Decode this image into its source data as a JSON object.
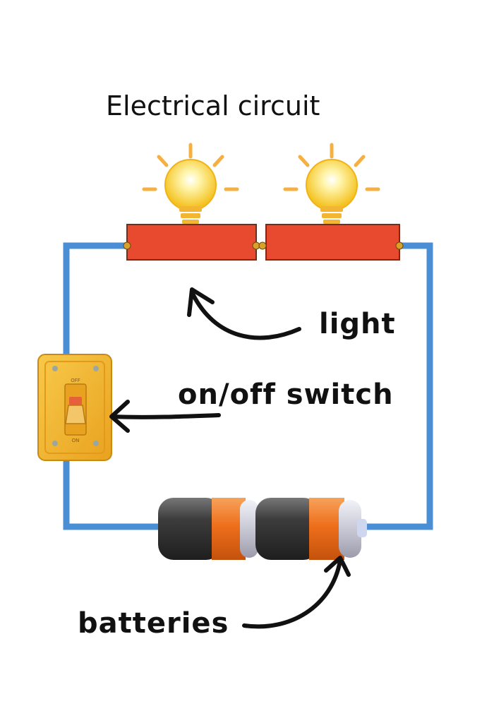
{
  "title": "Electrical circuit",
  "labels": {
    "light": "light",
    "switch": "on/off switch",
    "batteries": "batteries"
  },
  "switch_plate_text": {
    "off": "OFF",
    "on": "ON"
  },
  "colors": {
    "wire": "#4a8fd6",
    "bulb_glow": "#ffd84a",
    "bulb_rays": "#f5b041",
    "bulb_base": "#e84a2f",
    "switch_plate": "#f2b632",
    "battery_body": "#3a3a3a",
    "battery_band": "#f07a22",
    "arrow": "#111111"
  },
  "components": [
    {
      "name": "light",
      "count": 2
    },
    {
      "name": "switch",
      "count": 1
    },
    {
      "name": "batteries",
      "count": 2
    }
  ]
}
